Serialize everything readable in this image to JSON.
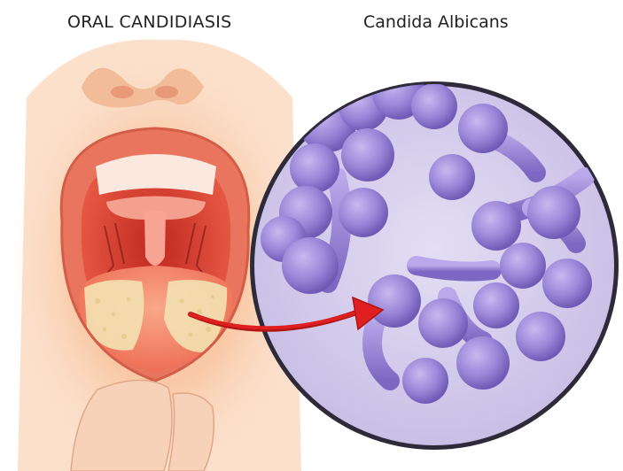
{
  "titles": {
    "left": "ORAL CANDIDIASIS",
    "right": "Candida Albicans"
  },
  "colors": {
    "skin": "#f7c7a3",
    "skin_glow": "#f59a5f",
    "mouth": "#e24b3a",
    "tongue": "#f48a6d",
    "plaque": "#f4e2b2",
    "cell": "#9a86d8",
    "cell_bg": "#d9d1ee",
    "arrow": "#e02020"
  },
  "icons": [
    "magnifier-circle",
    "pointer-arrow"
  ]
}
